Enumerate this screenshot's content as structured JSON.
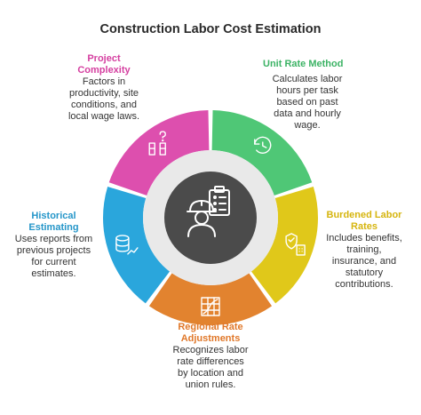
{
  "title": "Construction Labor Cost Estimation",
  "colors": {
    "unit_rate": "#4fc776",
    "burdened": "#e0c81a",
    "regional": "#e2832f",
    "historical": "#2aa6dc",
    "complexity": "#dd4fae",
    "center": "#4b4b4b",
    "ring_gap": "#e9e9e9"
  },
  "segments": [
    {
      "id": "unit_rate",
      "title": "Unit Rate Method",
      "desc": "Calculates labor hours per task based on past data and hourly wage.",
      "icon": "clock-refresh-icon"
    },
    {
      "id": "burdened",
      "title": "Burdened Labor Rates",
      "desc": "Includes benefits, training, insurance, and statutory contributions.",
      "icon": "shield-building-icon"
    },
    {
      "id": "regional",
      "title": "Regional Rate Adjustments",
      "desc": "Recognizes labor rate differences by location and union rules.",
      "icon": "map-grid-icon"
    },
    {
      "id": "historical",
      "title": "Historical Estimating",
      "desc": "Uses reports from previous projects for current estimates.",
      "icon": "database-chart-icon"
    },
    {
      "id": "complexity",
      "title": "Project Complexity",
      "desc": "Factors in productivity, site conditions, and local wage laws.",
      "icon": "question-blocks-icon"
    }
  ],
  "labels": {
    "unit_rate": {
      "title": "Unit Rate Method",
      "lines": [
        "Calculates labor",
        "hours per task",
        "based on past",
        "data and hourly",
        "wage."
      ]
    },
    "burdened": {
      "title_lines": [
        "Burdened Labor",
        "Rates"
      ],
      "lines": [
        "Includes benefits,",
        "training,",
        "insurance, and",
        "statutory",
        "contributions."
      ]
    },
    "regional": {
      "title_lines": [
        "Regional Rate",
        "Adjustments"
      ],
      "lines": [
        "Recognizes labor",
        "rate differences",
        "by location and",
        "union rules."
      ]
    },
    "historical": {
      "title_lines": [
        "Historical",
        "Estimating"
      ],
      "lines": [
        "Uses reports from",
        "previous projects",
        "for current",
        "estimates."
      ]
    },
    "complexity": {
      "title_lines": [
        "Project",
        "Complexity"
      ],
      "lines": [
        "Factors in",
        "productivity, site",
        "conditions, and",
        "local wage laws."
      ]
    }
  },
  "center_icon": "worker-clipboard-icon"
}
